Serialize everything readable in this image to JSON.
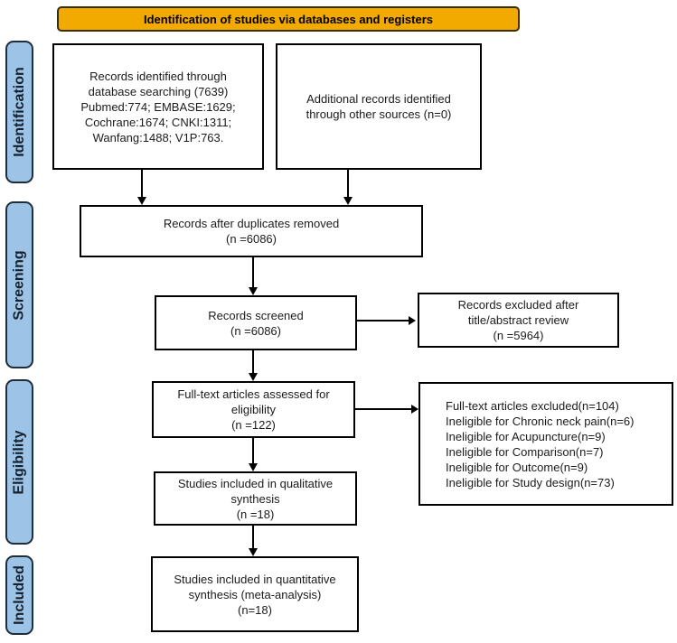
{
  "banner": {
    "title": "Identification of studies via databases and registers"
  },
  "stages": {
    "identification": "Identification",
    "screening": "Screening",
    "eligibility": "Eligibility",
    "included": "Included"
  },
  "boxes": {
    "db_records": {
      "lines": [
        "Records identified through",
        "database searching (7639)",
        "Pubmed:774; EMBASE:1629;",
        "Cochrane:1674; CNKI:1311;",
        "Wanfang:1488; V1P:763."
      ]
    },
    "other_sources": {
      "lines": [
        "Additional records identified",
        "through other sources (n=0)"
      ]
    },
    "after_duplicates": {
      "lines": [
        "Records after duplicates removed",
        "(n =6086)"
      ]
    },
    "screened": {
      "lines": [
        "Records screened",
        "(n =6086)"
      ]
    },
    "excluded_title_abstract": {
      "lines": [
        "Records excluded after",
        "title/abstract review",
        "(n =5964)"
      ]
    },
    "fulltext_assessed": {
      "lines": [
        "Full-text articles assessed for",
        "eligibility",
        "(n =122)"
      ]
    },
    "fulltext_excluded": {
      "lines": [
        "Full-text articles excluded(n=104)",
        "Ineligible for Chronic neck pain(n=6)",
        "Ineligible for Acupuncture(n=9)",
        "Ineligible for Comparison(n=7)",
        "Ineligible for Outcome(n=9)",
        "Ineligible for Study design(n=73)"
      ]
    },
    "qualitative": {
      "lines": [
        "Studies included in qualitative",
        "synthesis",
        "(n =18)"
      ]
    },
    "quantitative": {
      "lines": [
        "Studies included in quantitative",
        "synthesis (meta-analysis)",
        "(n=18)"
      ]
    }
  },
  "colors": {
    "banner_bg": "#F2A900",
    "stage_bg": "#9DC3E6",
    "box_border": "#000000"
  }
}
